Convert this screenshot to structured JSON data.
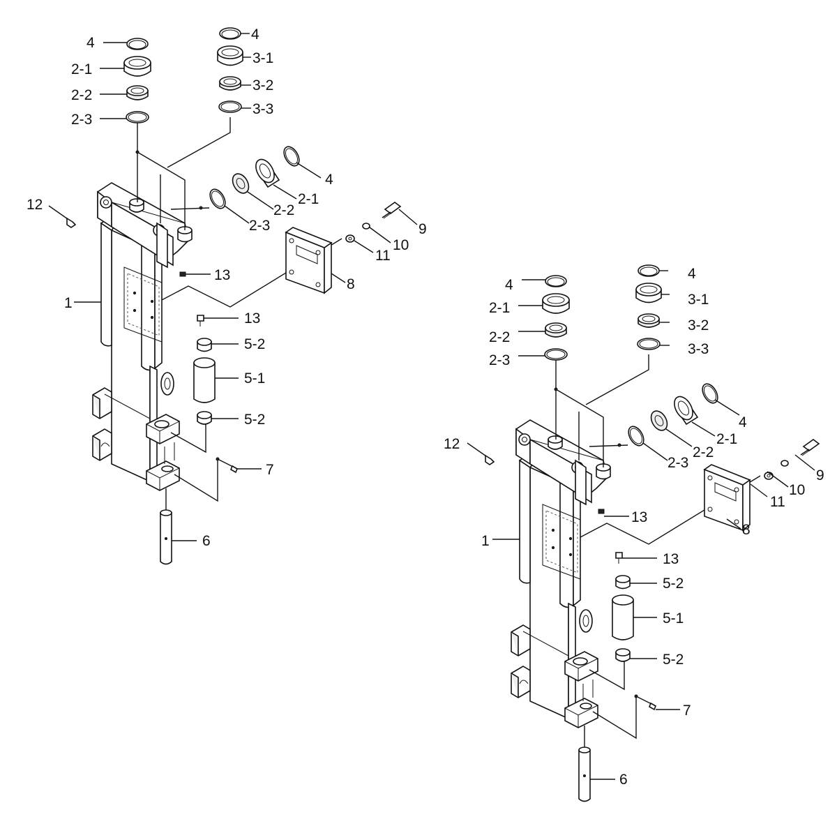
{
  "left": {
    "labels": [
      "4",
      "2-1",
      "2-2",
      "2-3",
      "4",
      "3-1",
      "3-2",
      "3-3",
      "4",
      "2-1",
      "2-2",
      "2-3",
      "12",
      "9",
      "10",
      "11",
      "8",
      "13",
      "1",
      "13",
      "5-2",
      "5-1",
      "5-2",
      "7",
      "6"
    ]
  },
  "right": {
    "labels": [
      "4",
      "2-1",
      "2-2",
      "2-3",
      "4",
      "3-1",
      "3-2",
      "3-3",
      "4",
      "2-1",
      "2-2",
      "2-3",
      "12",
      "9",
      "10",
      "11",
      "8",
      "13",
      "1",
      "13",
      "5-2",
      "5-1",
      "5-2",
      "7",
      "6"
    ]
  }
}
